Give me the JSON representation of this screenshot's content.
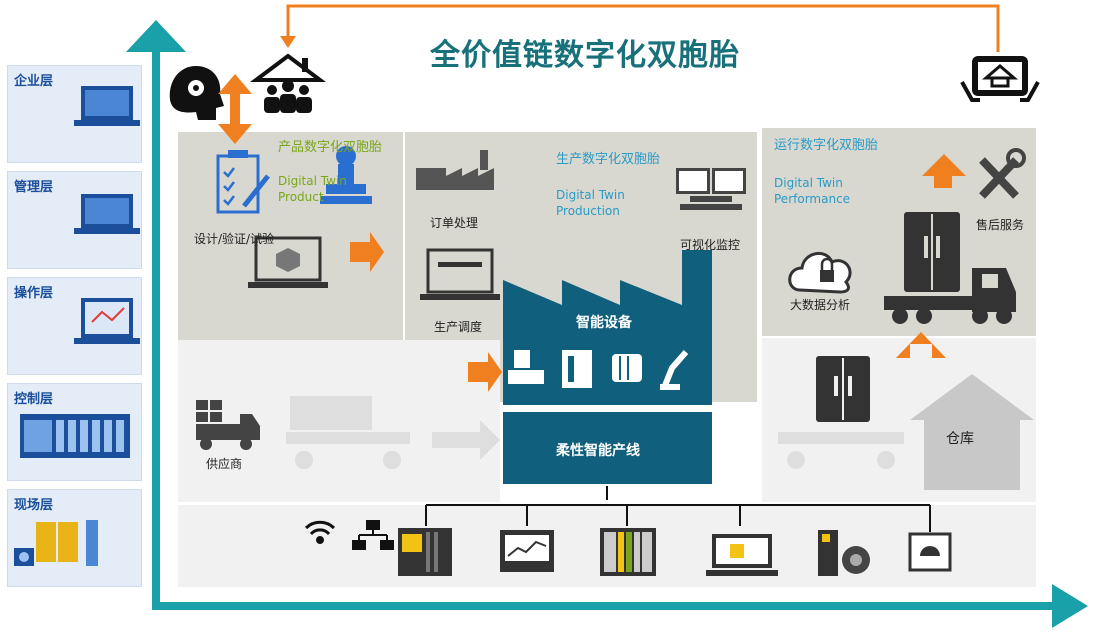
{
  "title": "全价值链数字化双胞胎",
  "layers": [
    "企业层",
    "管理层",
    "操作层",
    "控制层",
    "现场层"
  ],
  "product_twin": {
    "title_cn": "产品数字化双胞胎",
    "title_en_1": "Digital Twin",
    "title_en_2": "Product",
    "step_label": "设计/验证/试验"
  },
  "production_twin": {
    "title_cn": "生产数字化双胞胎",
    "title_en_1": "Digital Twin",
    "title_en_2": "Production",
    "order_label": "订单处理",
    "monitor_label": "可视化监控",
    "schedule_label": "生产调度"
  },
  "performance_twin": {
    "title_cn": "运行数字化双胞胎",
    "title_en_1": "Digital Twin",
    "title_en_2": "Performance",
    "service_label": "售后服务",
    "bigdata_label": "大数据分析"
  },
  "factory": {
    "equipment_label": "智能设备",
    "line_label": "柔性智能产线"
  },
  "supplier_label": "供应商",
  "warehouse_label": "仓库",
  "colors": {
    "title": "#17707a",
    "factory": "#0f5f7d",
    "orange": "#f07f1f",
    "axis": "#1aa0a8",
    "green_text": "#7aa61c",
    "blue_text": "#2a9bc7"
  },
  "icons": [
    "brain-gear-icon",
    "house-people-icon",
    "tablet-house-icon",
    "checklist-icon",
    "stamp-icon",
    "laptop-icon",
    "factory-icon",
    "monitor-icon",
    "cloud-lock-icon",
    "tools-icon",
    "fridge-icon",
    "truck-icon",
    "wifi-icon",
    "network-icon",
    "warehouse-icon",
    "plc-icon",
    "hmi-icon",
    "drive-icon"
  ]
}
